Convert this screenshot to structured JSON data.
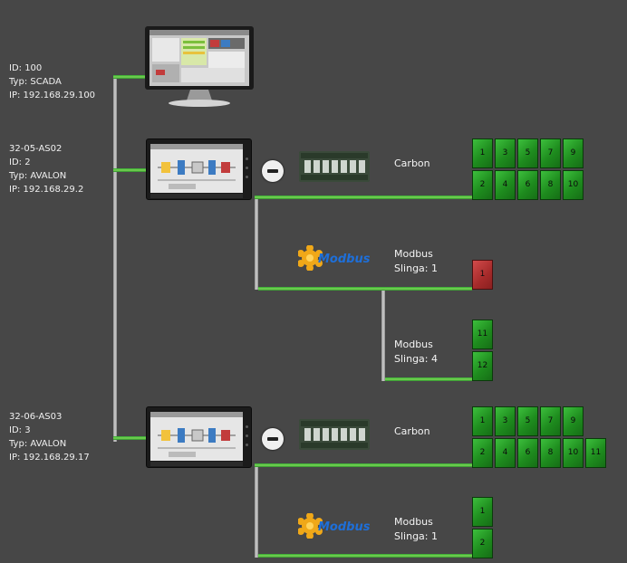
{
  "scada": {
    "id_line": "ID: 100",
    "type_line": "Typ: SCADA",
    "ip_line": "IP: 192.168.29.100"
  },
  "as02": {
    "name": "32-05-AS02",
    "id_line": "ID: 2",
    "type_line": "Typ: AVALON",
    "ip_line": "IP: 192.168.29.2",
    "carbon_label": "Carbon",
    "carbon_tiles_top": [
      "1",
      "3",
      "5",
      "7",
      "9"
    ],
    "carbon_tiles_bottom": [
      "2",
      "4",
      "6",
      "8",
      "10"
    ],
    "modbus1_label": "Modbus",
    "modbus1_loop": "Slinga: 1",
    "modbus1_tiles": [
      "1"
    ],
    "modbus4_label": "Modbus",
    "modbus4_loop": "Slinga: 4",
    "modbus4_tiles": [
      "11",
      "12"
    ]
  },
  "as03": {
    "name": "32-06-AS03",
    "id_line": "ID: 3",
    "type_line": "Typ: AVALON",
    "ip_line": "IP: 192.168.29.17",
    "carbon_label": "Carbon",
    "carbon_tiles_top": [
      "1",
      "3",
      "5",
      "7",
      "9"
    ],
    "carbon_tiles_bottom": [
      "2",
      "4",
      "6",
      "8",
      "10",
      "11"
    ],
    "modbus1_label": "Modbus",
    "modbus1_loop": "Slinga: 1",
    "modbus1_tiles": [
      "1",
      "2"
    ]
  },
  "modbus_logo_text": "Modbus",
  "tile_status": {
    "as02_modbus1_tile1": "fault"
  },
  "colors": {
    "background": "#474747",
    "link_green": "#5ccc3c",
    "tile_ok": "#2aa52a",
    "tile_fault": "#b23a3a",
    "trunk_gray": "#b5b5b5"
  },
  "icons": {
    "scada_workstation": "monitor-icon",
    "hmi_panel": "hmi-panel-icon",
    "io_module": "io-module-icon",
    "disconnect": "minus-circle-icon",
    "modbus": "modbus-logo-icon"
  }
}
